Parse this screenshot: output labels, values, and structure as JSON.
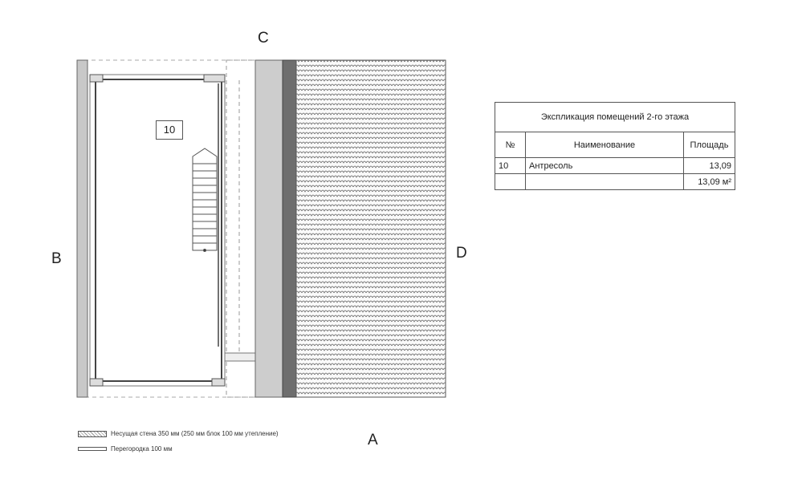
{
  "axes": {
    "c": "C",
    "b": "B",
    "d": "D",
    "a": "A"
  },
  "room": {
    "number": "10"
  },
  "explication": {
    "title": "Экспликация помещений 2-го этажа",
    "headers": {
      "no": "№",
      "name": "Наименование",
      "area": "Площадь"
    },
    "rows": [
      {
        "no": "10",
        "name": "Антресоль",
        "area": "13,09"
      }
    ],
    "total": "13,09 м²"
  },
  "legend": {
    "bearing_wall": "Несущая стена 350 мм (250 мм блок 100 мм утепление)",
    "partition": "Перегородка 100 мм"
  }
}
